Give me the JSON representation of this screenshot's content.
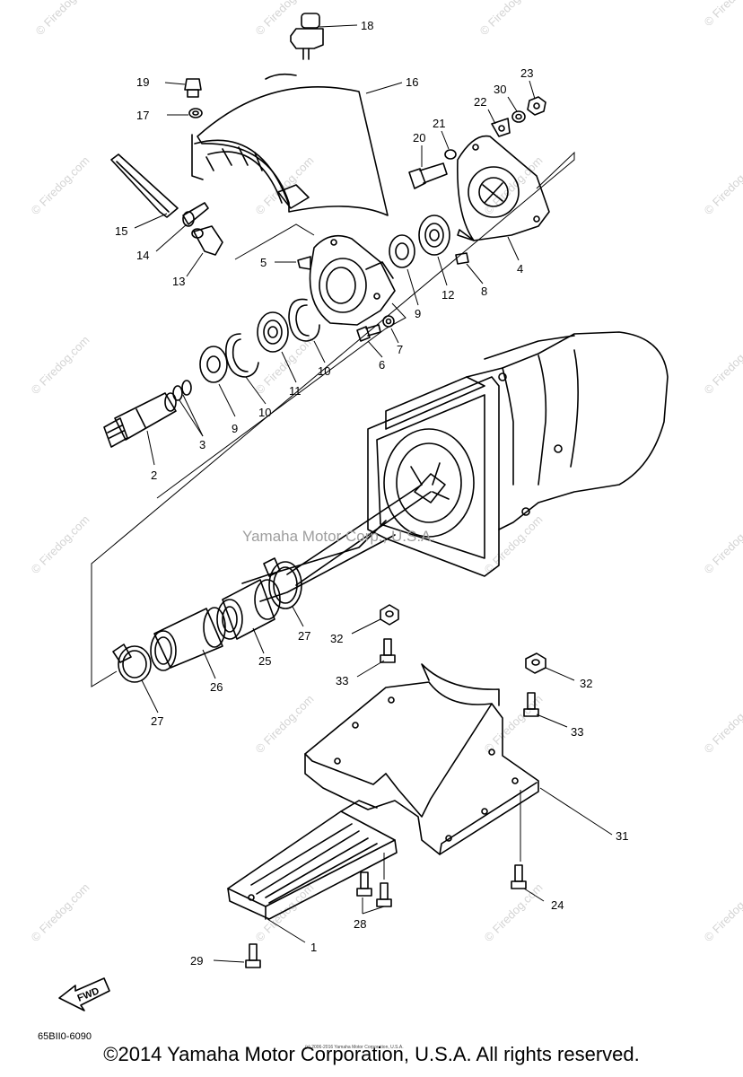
{
  "watermarks": {
    "site": "© Firedog.com",
    "center": "Yamaha Motor Corp., U.S.A."
  },
  "callouts": [
    {
      "id": "18",
      "label": "18"
    },
    {
      "id": "19",
      "label": "19"
    },
    {
      "id": "16",
      "label": "16"
    },
    {
      "id": "17",
      "label": "17"
    },
    {
      "id": "23",
      "label": "23"
    },
    {
      "id": "30",
      "label": "30"
    },
    {
      "id": "22",
      "label": "22"
    },
    {
      "id": "21",
      "label": "21"
    },
    {
      "id": "20",
      "label": "20"
    },
    {
      "id": "15",
      "label": "15"
    },
    {
      "id": "14",
      "label": "14"
    },
    {
      "id": "13",
      "label": "13"
    },
    {
      "id": "5",
      "label": "5"
    },
    {
      "id": "4",
      "label": "4"
    },
    {
      "id": "8",
      "label": "8"
    },
    {
      "id": "12",
      "label": "12"
    },
    {
      "id": "9a",
      "label": "9"
    },
    {
      "id": "7",
      "label": "7"
    },
    {
      "id": "6",
      "label": "6"
    },
    {
      "id": "10a",
      "label": "10"
    },
    {
      "id": "11",
      "label": "11"
    },
    {
      "id": "10b",
      "label": "10"
    },
    {
      "id": "9b",
      "label": "9"
    },
    {
      "id": "3",
      "label": "3"
    },
    {
      "id": "2",
      "label": "2"
    },
    {
      "id": "27a",
      "label": "27"
    },
    {
      "id": "25",
      "label": "25"
    },
    {
      "id": "26",
      "label": "26"
    },
    {
      "id": "27b",
      "label": "27"
    },
    {
      "id": "32a",
      "label": "32"
    },
    {
      "id": "33a",
      "label": "33"
    },
    {
      "id": "32b",
      "label": "32"
    },
    {
      "id": "33b",
      "label": "33"
    },
    {
      "id": "31",
      "label": "31"
    },
    {
      "id": "24",
      "label": "24"
    },
    {
      "id": "28",
      "label": "28"
    },
    {
      "id": "1",
      "label": "1"
    },
    {
      "id": "29",
      "label": "29"
    }
  ],
  "fwd_label": "FWD",
  "diagram_code": "65BII0-6090",
  "fine_print": "(c) 2006-2016 Yamaha Motor Corporation, U.S.A.",
  "copyright": "©2014 Yamaha Motor Corporation, U.S.A. All rights reserved."
}
